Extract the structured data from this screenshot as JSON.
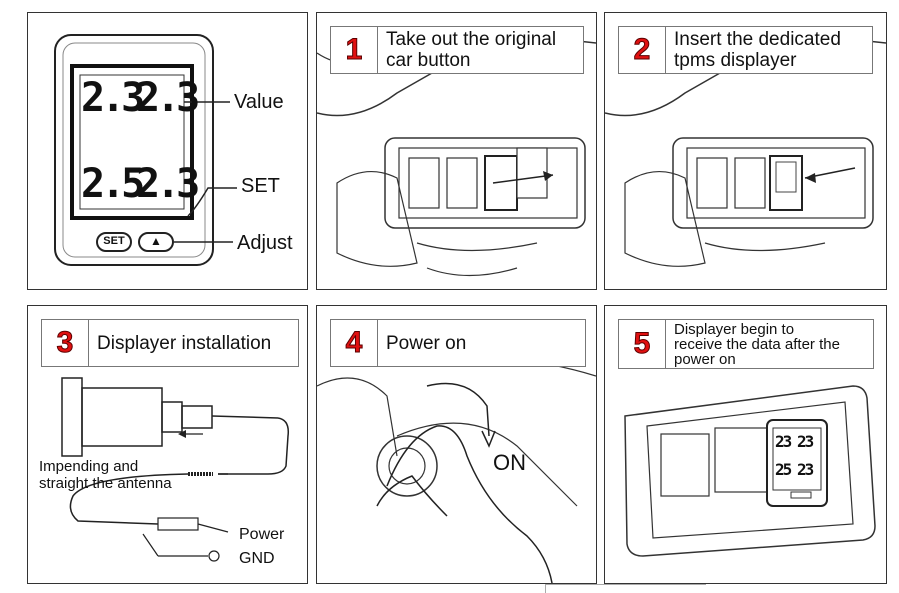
{
  "panels": {
    "device": {
      "display_values": [
        "2.3",
        "2.3",
        "2.5",
        "2.3"
      ],
      "label_value": "Value",
      "label_set": "SET",
      "label_adjust": "Adjust",
      "button_set": "SET",
      "button_up": "▲"
    },
    "step1": {
      "number": "1",
      "text_line1": "Take out the original",
      "text_line2": "car button"
    },
    "step2": {
      "number": "2",
      "text_line1": "Insert the dedicated",
      "text_line2": "tpms displayer"
    },
    "step3": {
      "number": "3",
      "text": "Displayer installation",
      "label_antenna_line1": "Impending and",
      "label_antenna_line2": "straight the antenna",
      "label_power": "Power",
      "label_gnd": "GND"
    },
    "step4": {
      "number": "4",
      "text": "Power on",
      "label_on": "ON"
    },
    "step5": {
      "number": "5",
      "text_line1": "Displayer begin to",
      "text_line2": "receive the data after the",
      "text_line3": "power on",
      "display_values": [
        "23",
        "23",
        "25",
        "23"
      ]
    }
  },
  "colors": {
    "step_number": "#e01010",
    "line": "#222222",
    "border": "#333333"
  }
}
